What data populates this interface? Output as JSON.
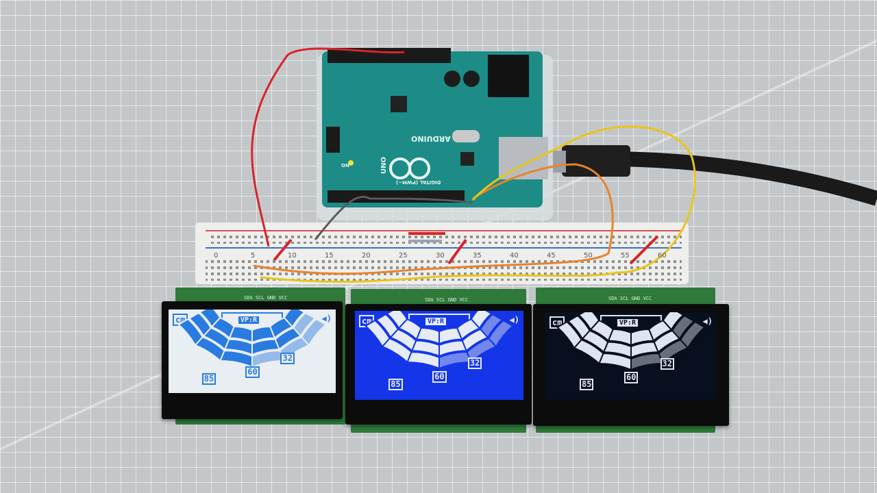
{
  "arduino": {
    "brand": "ARDUINO",
    "model": "UNO",
    "digital_label": "DIGITAL (PWM~)",
    "on_label": "ON"
  },
  "breadboard": {
    "column_numbers": [
      "0",
      "5",
      "10",
      "15",
      "20",
      "25",
      "30",
      "35",
      "40",
      "45",
      "50",
      "55",
      "60"
    ]
  },
  "displays": [
    {
      "pins": "SDA SCL GND VCC",
      "unit": "cm",
      "car_label": "VP:R",
      "values": [
        "85",
        "60",
        "32"
      ],
      "screen_bg": "#e9eef3",
      "fg": "#2a7be0"
    },
    {
      "pins": "SDA SCL GND VCC",
      "unit": "cm",
      "car_label": "VP:R",
      "values": [
        "85",
        "60",
        "32"
      ],
      "screen_bg": "#1536e8",
      "fg": "#e6ecf5"
    },
    {
      "pins": "SDA SCL GND VCC",
      "unit": "cm",
      "car_label": "VP:R",
      "values": [
        "85",
        "60",
        "32"
      ],
      "screen_bg": "#07101e",
      "fg": "#dce6f2"
    }
  ]
}
